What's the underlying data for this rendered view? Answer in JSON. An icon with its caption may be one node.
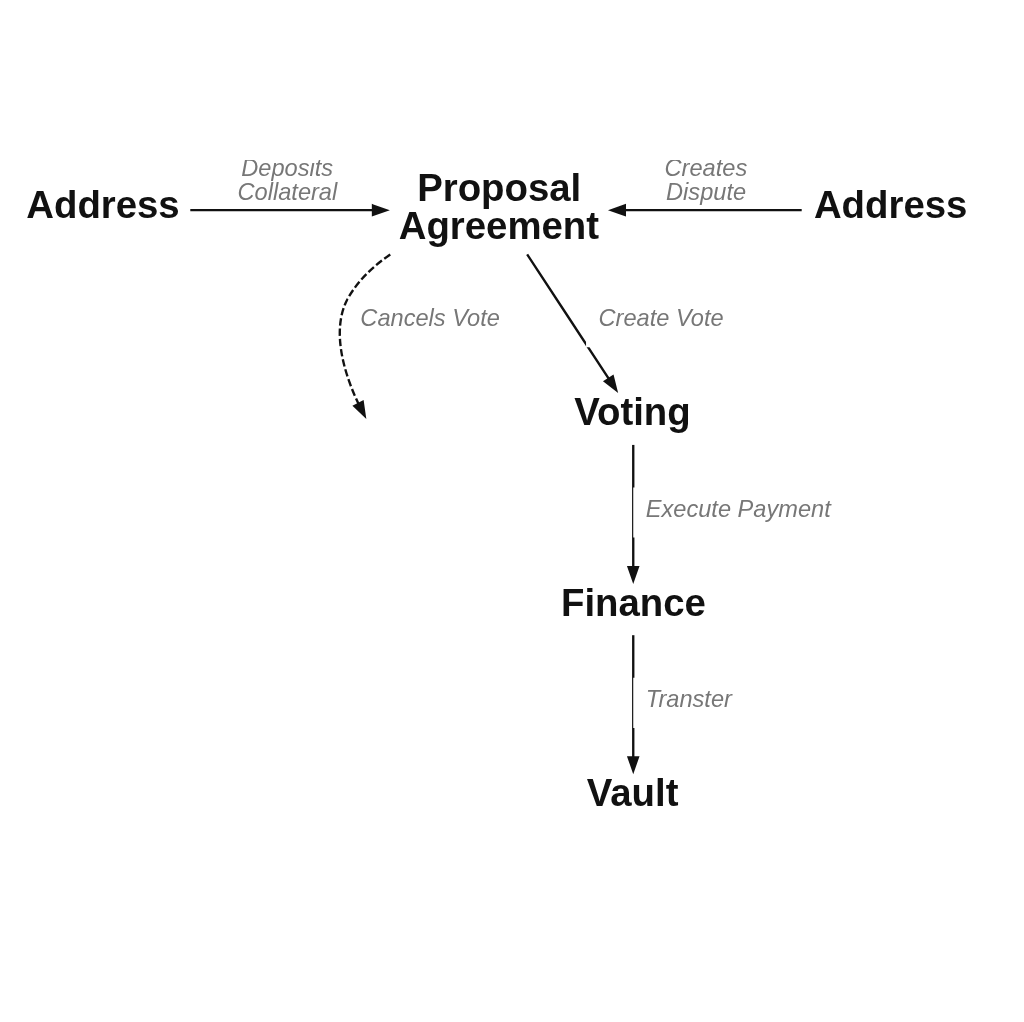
{
  "diagram": {
    "nodes": [
      {
        "text": [
          "Address"
        ]
      },
      {
        "text": [
          "Proposal Agreement"
        ]
      },
      {
        "text": [
          "Address"
        ]
      },
      {
        "text": [
          "Voting"
        ]
      },
      {
        "text": [
          "Finance"
        ]
      },
      {
        "text": [
          "Vault"
        ]
      }
    ],
    "edges": [
      {
        "from": 0,
        "to": 1,
        "arrow": "to",
        "label": "Deposits Collateral"
      },
      {
        "from": 2,
        "to": 1,
        "arrow": "to",
        "label": "Creates Dispute"
      },
      {
        "from": 1,
        "to": null,
        "arrow": "to",
        "label": "Cancels Vote",
        "style": "dashed"
      },
      {
        "from": 1,
        "to": 3,
        "arrow": "to",
        "label": "Create Vote"
      },
      {
        "from": 3,
        "to": 4,
        "arrow": "to",
        "label": "Execute Payment"
      },
      {
        "from": 4,
        "to": 5,
        "arrow": "to",
        "label": "Transter"
      }
    ]
  }
}
